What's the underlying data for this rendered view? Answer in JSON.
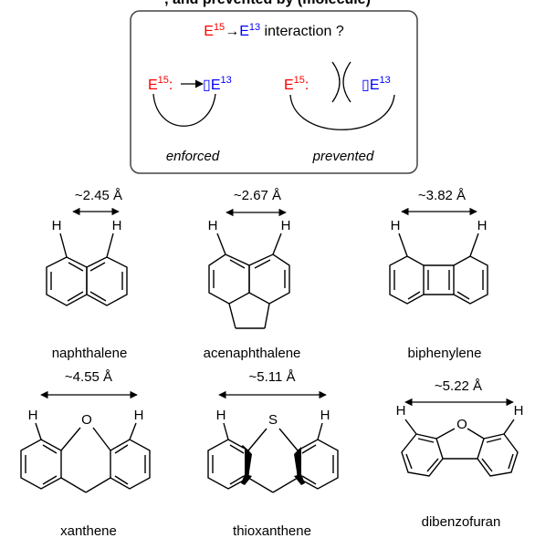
{
  "top_header": ", and prevented by (molecule)",
  "box": {
    "title_e15": "E",
    "title_e15_sup": "15",
    "title_arrow": "→",
    "title_e13": "E",
    "title_e13_sup": "13",
    "title_rest": " interaction ?",
    "enforced": {
      "e15": "E",
      "e15_sup": "15",
      "colon": ":",
      "box": "▯",
      "e13": "E",
      "e13_sup": "13",
      "label": "enforced"
    },
    "prevented": {
      "e15": "E",
      "e15_sup": "15",
      "colon": ":",
      "box": "▯",
      "e13": "E",
      "e13_sup": "13",
      "label": "prevented"
    }
  },
  "molecules": [
    {
      "distance": "~2.45 Å",
      "h1": "H",
      "h2": "H",
      "name": "naphthalene"
    },
    {
      "distance": "~2.67 Å",
      "h1": "H",
      "h2": "H",
      "name": "acenaphthalene"
    },
    {
      "distance": "~3.82 Å",
      "h1": "H",
      "h2": "H",
      "name": "biphenylene"
    },
    {
      "distance": "~4.55 Å",
      "h1": "H",
      "h2": "H",
      "heteroatom": "O",
      "name": "xanthene"
    },
    {
      "distance": "~5.11 Å",
      "h1": "H",
      "h2": "H",
      "heteroatom": "S",
      "name": "thioxanthene"
    },
    {
      "distance": "~5.22 Å",
      "h1": "H",
      "h2": "H",
      "heteroatom": "O",
      "name": "dibenzofuran"
    }
  ],
  "colors": {
    "e15": "#ff0000",
    "e13": "#0000ff",
    "line": "#000000",
    "box_border": "#444444"
  }
}
